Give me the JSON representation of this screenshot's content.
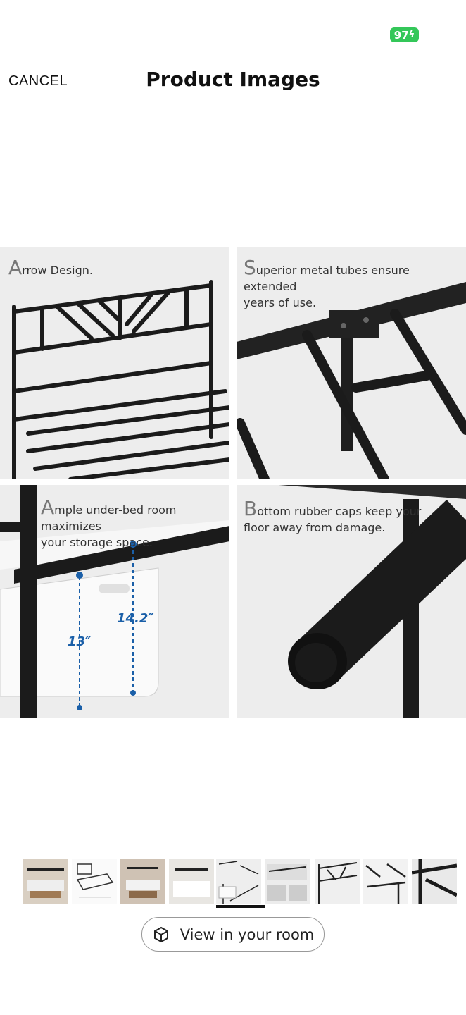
{
  "status": {
    "battery": "97"
  },
  "header": {
    "cancel_label": "CANCEL",
    "title": "Product Images"
  },
  "panels": {
    "arrow": {
      "caption": "Arrow Design."
    },
    "tubes": {
      "caption_line1": "Superior metal tubes ensure extended",
      "caption_line2": "years of use."
    },
    "storage": {
      "caption_line1": "Ample under-bed room maximizes",
      "caption_line2": "your storage space.",
      "measure_a": "14.2″",
      "measure_b": "13″"
    },
    "caps": {
      "caption_line1": "Bottom rubber caps keep your",
      "caption_line2": "floor away from damage."
    }
  },
  "thumbnails": {
    "count": 9,
    "selected_index": 4
  },
  "ar_button": {
    "label": "View in your room",
    "icon": "cube-ar-icon"
  }
}
